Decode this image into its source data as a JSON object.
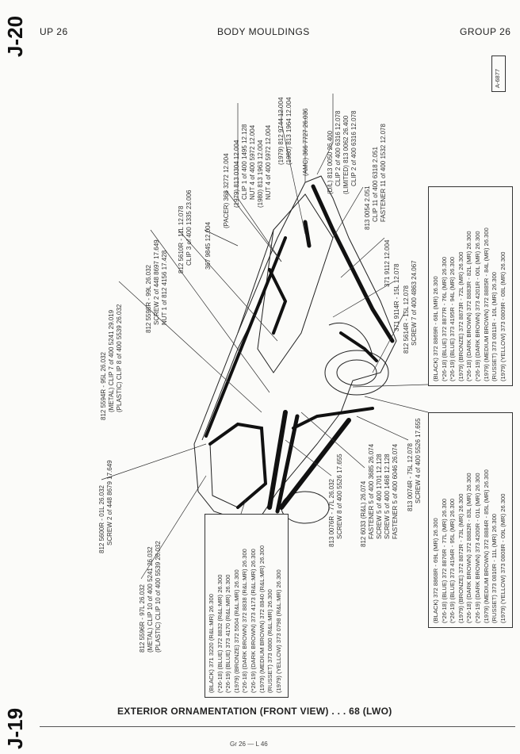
{
  "header": {
    "left": "UP 26",
    "title": "BODY MOULDINGS",
    "right": "GROUP 26",
    "page_top": "J-20",
    "page_bottom": "J-19",
    "ref": "A-6877"
  },
  "callouts": {
    "c1": [
      "812 5594R - 95L  26.032",
      "(METAL) CLIP  7 of  400 5241  29.019",
      "(PLASTIC) CLIP  8 of  400 5539  26.032"
    ],
    "c2": [
      "812 5598R - 99L  26.032",
      "SCREW  2 of  448 8697  17.649",
      "NUT  1 of  812 4156  17.428"
    ],
    "c3": [
      "812 5610R - 11L  12.078",
      "CLIP  3 of  400 1335  23.006"
    ],
    "c4": [
      "367 9845  12.004"
    ],
    "c5": [
      "(PACER) 368 3272  12.004"
    ],
    "c6": [
      "(1979) 813 0304  12.004",
      "CLIP  1 of  400 1495  12.128",
      "NUT  4 of  400 5972  12.004",
      "(1980) 813 1963  12.004",
      "NUT  4 of  400 5972  12.004"
    ],
    "c7": [
      "(1979) 812 9744  12.004",
      "(1980) 813 1964  12.004"
    ],
    "c8": [
      "(AMC) 366 7727  26.036"
    ],
    "c9": [
      "(D/L) 813 0050  26.400",
      "CLIP  2 of  400 6316  12.078",
      "(LIMITED) 813 0062  26.400",
      "CLIP  2 of  400 6316  12.078"
    ],
    "c10": [
      "813 0054  2.051",
      "CLIP  11 of  400 6318  2.051",
      "FASTENER  11 of  400 1532  12.078"
    ],
    "c11": [
      "371 9112  12.004"
    ],
    "c12": [
      "371 9114R - 15L  12.078"
    ],
    "c13": [
      "812 5614R - 15L  12.078",
      "SCREW  7 of  400 4863  24.067"
    ],
    "c14": [
      "813 0074R - 75L  12.078",
      "SCREW  4 of  400 5526  17.655"
    ],
    "c15": [
      "812 6033 (R&L)  26.074",
      "FASTENER  5 of  400 3685  26.074",
      "SCREW  5 of  400 1701  12.128",
      "SCREW  5 of  400 1468  12.128",
      "FASTENER  5 of  400 6046  26.074"
    ],
    "c16": [
      "813 0076R - 77L  26.032",
      "SCREW  8 of  400 5526  17.655"
    ],
    "c17": [
      "812 5600R - 01L  26.032",
      "SCREW  2 of  448 8679  17.649"
    ],
    "c18": [
      "812 5596R - 97L  26.032",
      "(METAL) CLIP  10 of  400 5241  26.032",
      "(PLASTIC) CLIP  10 of  400 5539  26.032"
    ]
  },
  "boxes": {
    "upper_right": [
      "(BLACK) 372 8869R - 68L (MR)  26.300",
      "(*26-18) (BLUE) 372 8877R - 76L (MR)  26.300",
      "(*26-19) (BLUE) 373 4195R - 94L (MR)  26.300",
      "(1979) (BRONZE) 372 8873R - 72L (MR)  26.300",
      "(*26-18) (DARK BROWN) 372 8883R - 82L (MR)  26.300",
      "(*26-19) (DARK BROWN) 373 4201R - 00L (MR)  26.300",
      "(1979) (MEDIUM BROWN) 372 8885R - 84L (MR)  26.300",
      "(RUSSET) 373 0811R - 10L (MR)  26.300",
      "(1979) (YELLOW) 373 0809R - 08L (MR)  26.300"
    ],
    "lower_right": [
      "(BLACK) 372 8868R - 69L (MR)  26.300",
      "(*26-18) (BLUE) 372 8876R - 77L (MR)  26.300",
      "(*26-19) (BLUE) 373 4194R - 95L (MR)  26.300",
      "(1979) (BRONZE) 372 8872R - 73L (MR)  26.300",
      "(*26-18) (DARK BROWN) 372 8882R - 83L (MR)  26.300",
      "(*26-19) (DARK BROWN) 373 4200R - 01L (MR)  26.300",
      "(1979) (MEDIUM BROWN) 372 8884R - 85L (MR)  26.300",
      "(RUSSET) 373 0810R - 11L (MR)  26.300",
      "(1979) (YELLOW) 373 0808R - 09L (MR)  26.300"
    ],
    "lower_left": [
      "(BLACK) 371 3220 (R&L:MR)  26.300",
      "(*26-18) (BLUE) 372 8832 (R&L:MR)  26.300",
      "(*26-19) (BLUE) 373 4170 (R&L:MR)  26.300",
      "(1979) (BRONZE) 372 5504 (R&L:MR)  26.300",
      "(*26-18) (DARK BROWN) 372 8838 (R&L:MR)  26.300",
      "(*26-19) (DARK BROWN) 373 4173 (R&L:MR)  26.300",
      "(1979) (MEDIUM BROWN) 372 8840 (R&L:MR)  26.300",
      "(RUSSET) 373 0800 (R&L:MR)  26.300",
      "(1979) (YELLOW) 373 0798 (R&L:MR)  26.300"
    ]
  },
  "footer": {
    "caption": "EXTERIOR ORNAMENTATION (FRONT VIEW) . . . 68 (LWO)",
    "page": "Gr 26  —  L 46"
  }
}
